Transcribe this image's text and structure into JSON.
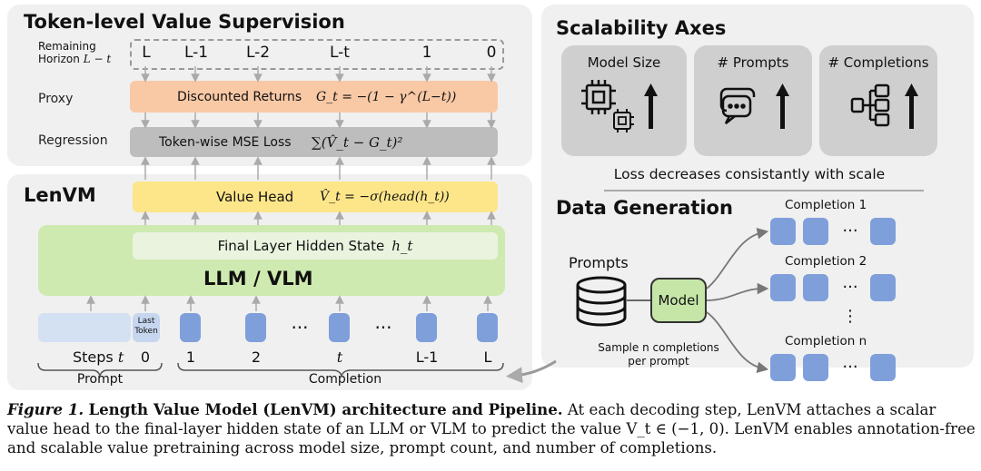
{
  "token_panel": {
    "title": "Token-level Value Supervision",
    "remaining_label_line1": "Remaining",
    "remaining_label_line2": "Horizon",
    "remaining_label_math": "L − t",
    "horizon_values": [
      "L",
      "L-1",
      "L-2",
      "L-t",
      "1",
      "0"
    ],
    "proxy_label": "Proxy",
    "proxy_text": "Discounted Returns",
    "proxy_formula": "G_t = −(1 − γ^(L−t))",
    "regression_label": "Regression",
    "regression_text": "Token-wise MSE Loss",
    "regression_formula": "∑(V̂_t − G_t)²"
  },
  "lenvm_panel": {
    "title": "LenVM",
    "value_head_text": "Value Head",
    "value_head_formula": "V̂_t = −σ(head(h_t))",
    "hidden_state_text": "Final Layer Hidden State",
    "hidden_state_math": "h_t",
    "model_text": "LLM / VLM",
    "last_token_line1": "Last",
    "last_token_line2": "Token",
    "steps_label": "Steps",
    "steps_math": "t",
    "step_values": [
      "0",
      "1",
      "2",
      "t",
      "L-1",
      "L"
    ],
    "ellipsis": "···",
    "prompt_label": "Prompt",
    "completion_label": "Completion"
  },
  "scalability_panel": {
    "title": "Scalability Axes",
    "cards": [
      {
        "label": "Model Size",
        "icon": "chip-icon"
      },
      {
        "label": "# Prompts",
        "icon": "chat-bubbles-icon"
      },
      {
        "label": "# Completions",
        "icon": "tree-icon"
      }
    ],
    "loss_text": "Loss decreases consistantly with scale"
  },
  "data_generation": {
    "title": "Data Generation",
    "prompts_label": "Prompts",
    "model_label": "Model",
    "sample_line1": "Sample n completions",
    "sample_line2": "per prompt",
    "completions": [
      "Completion 1",
      "Completion 2",
      "Completion n"
    ],
    "ellipsis": "···",
    "vdots": "⋮"
  },
  "caption": {
    "figure_label": "Figure 1.",
    "bold_title": "Length Value Model (LenVM) architecture and Pipeline.",
    "text": "At each decoding step, LenVM attaches a scalar value head to the final-layer hidden state of an LLM or VLM to predict the value V_t ∈ (−1, 0). LenVM enables annotation-free and scalable value pretraining across model size, prompt count, and number of completions."
  },
  "colors": {
    "panel_bg": "#f0f0f0",
    "proxy_orange": "#f9c9a6",
    "regression_gray": "#bdbdbd",
    "value_head_yellow": "#fde68a",
    "llm_green": "#cfeab0",
    "token_blue": "#7f9fdb",
    "model_green": "#c6e6a8"
  }
}
